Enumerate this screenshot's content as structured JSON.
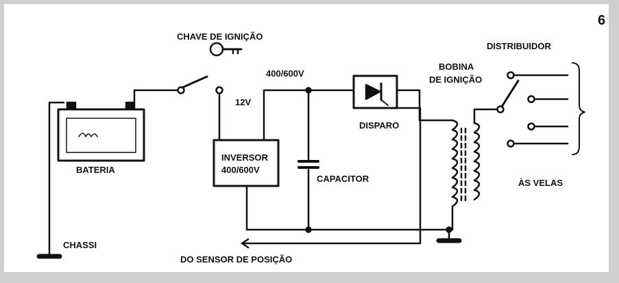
{
  "figure_number": "6",
  "labels": {
    "key": "CHAVE DE IGNIÇÃO",
    "v12": "12V",
    "v400": "400/600V",
    "battery": "BATERIA",
    "inverter_line1": "INVERSOR",
    "inverter_line2": "400/600V",
    "capacitor": "CAPACITOR",
    "trigger": "DISPARO",
    "coil_line1": "BOBINA",
    "coil_line2": "DE IGNIÇÃO",
    "distributor": "DISTRIBUIDOR",
    "plugs": "ÀS VELAS",
    "chassis": "CHASSI",
    "sensor": "DO SENSOR DE POSIÇÃO"
  },
  "colors": {
    "ink": "#111111",
    "panel": "#ffffff",
    "page": "#cfcfcf"
  }
}
